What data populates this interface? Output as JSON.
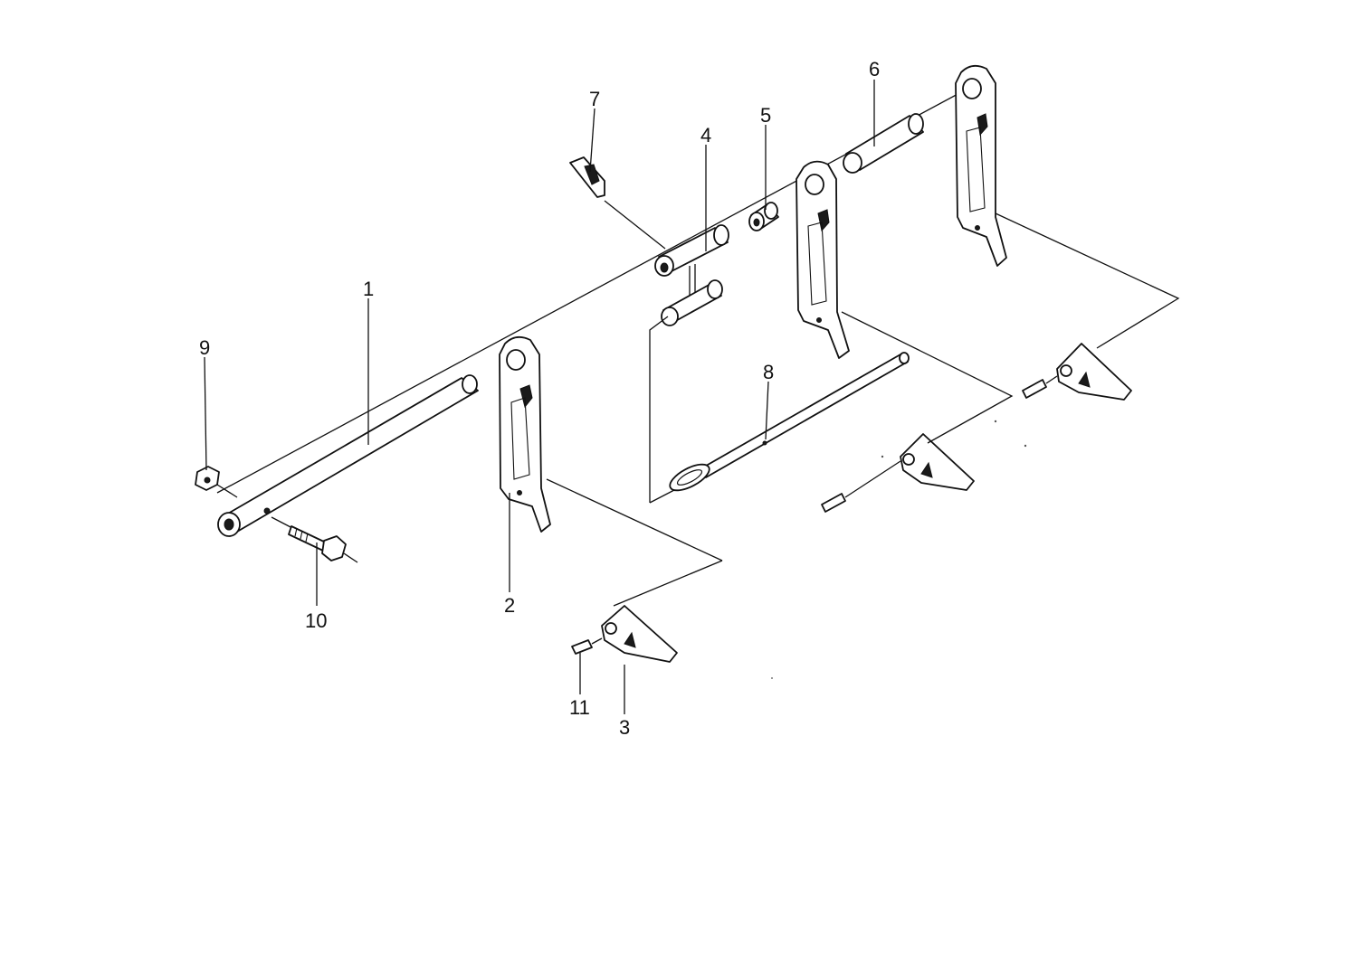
{
  "diagram": {
    "kind": "exploded parts view",
    "callouts": [
      {
        "id": "1",
        "text": "1"
      },
      {
        "id": "2",
        "text": "2"
      },
      {
        "id": "3",
        "text": "3"
      },
      {
        "id": "4",
        "text": "4"
      },
      {
        "id": "5",
        "text": "5"
      },
      {
        "id": "6",
        "text": "6"
      },
      {
        "id": "7",
        "text": "7"
      },
      {
        "id": "8",
        "text": "8"
      },
      {
        "id": "9",
        "text": "9"
      },
      {
        "id": "10",
        "text": "10"
      },
      {
        "id": "11",
        "text": "11"
      }
    ],
    "colors": {
      "ink": "#111111",
      "paper": "#ffffff"
    }
  }
}
